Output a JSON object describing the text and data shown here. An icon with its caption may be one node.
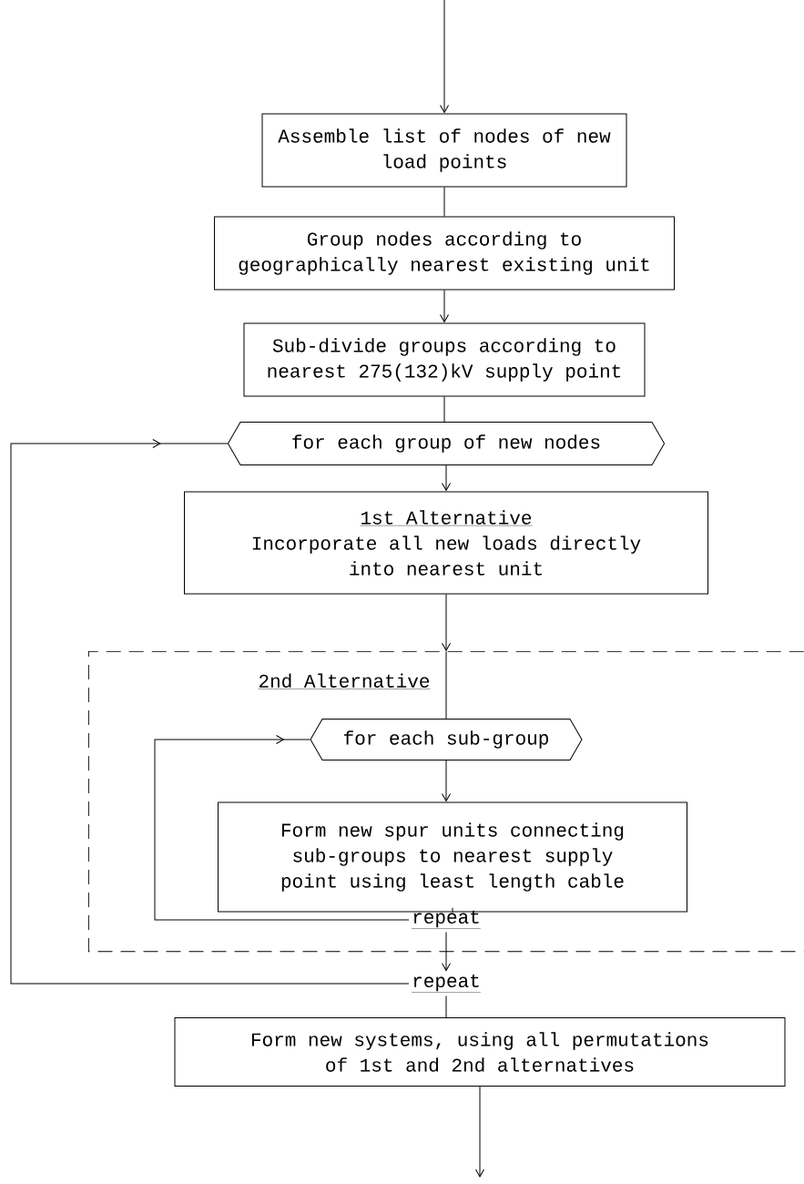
{
  "diagram": {
    "nodes": [
      {
        "text": [
          "Assemble list of nodes of new load points"
        ]
      },
      {
        "text": [
          "Group nodes according to geographically nearest existing unit"
        ]
      },
      {
        "text": [
          "Sub-divide groups according to nearest 275(132)kV supply point"
        ]
      },
      {
        "text": [
          "for each group of new nodes"
        ]
      },
      {
        "text": [
          "1st Alternative",
          "Incorporate all new loads directly into nearest unit"
        ]
      },
      {
        "text": [
          "2nd Alternative"
        ]
      },
      {
        "text": [
          "for each sub-group"
        ],
        "in": 5
      },
      {
        "text": [
          "Form new spur units connecting sub-groups to nearest supply point using least length cable"
        ],
        "in": 5
      },
      {
        "text": [
          "repeat"
        ],
        "in": 5
      },
      {
        "text": [
          "repeat"
        ]
      },
      {
        "text": [
          "Form new systems, using all permutations of 1st and 2nd alternatives"
        ]
      }
    ],
    "edges": [
      {
        "from": null,
        "to": 0,
        "arrow": "to"
      },
      {
        "from": 0,
        "to": 1,
        "arrow": "none"
      },
      {
        "from": 1,
        "to": 2,
        "arrow": "to"
      },
      {
        "from": 2,
        "to": 3,
        "arrow": "none"
      },
      {
        "from": 3,
        "to": 4,
        "arrow": "to"
      },
      {
        "from": 4,
        "to": 5,
        "arrow": "to"
      },
      {
        "from": 5,
        "to": 6,
        "arrow": "none"
      },
      {
        "from": 6,
        "to": 7,
        "arrow": "to"
      },
      {
        "from": 7,
        "to": 8,
        "arrow": "none"
      },
      {
        "from": 8,
        "to": 6,
        "arrow": "to"
      },
      {
        "from": 8,
        "to": 9,
        "arrow": "to"
      },
      {
        "from": 9,
        "to": 3,
        "arrow": "to"
      },
      {
        "from": 9,
        "to": 10,
        "arrow": "none"
      },
      {
        "from": 10,
        "to": null,
        "arrow": "to"
      }
    ]
  }
}
